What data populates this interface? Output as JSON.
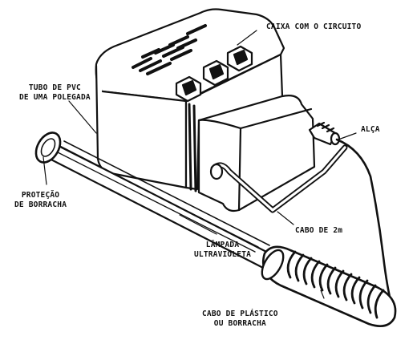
{
  "labels": {
    "caixa": "CAIXA COM O CIRCUITO",
    "tubo_line1": "TUBO DE PVC",
    "tubo_line2": "DE UMA POLEGADA",
    "alca": "ALÇA",
    "protecao_line1": "PROTEÇÃO",
    "protecao_line2": "DE BORRACHA",
    "cabo2m": "CABO DE 2m",
    "lampada_line1": "LÂMPADA",
    "lampada_line2": "ULTRAVIOLETA",
    "cabo_plastico_line1": "CABO DE PLÁSTICO",
    "cabo_plastico_line2": "OU BORRACHA"
  },
  "colors": {
    "ink": "#111111",
    "paper": "#ffffff"
  }
}
